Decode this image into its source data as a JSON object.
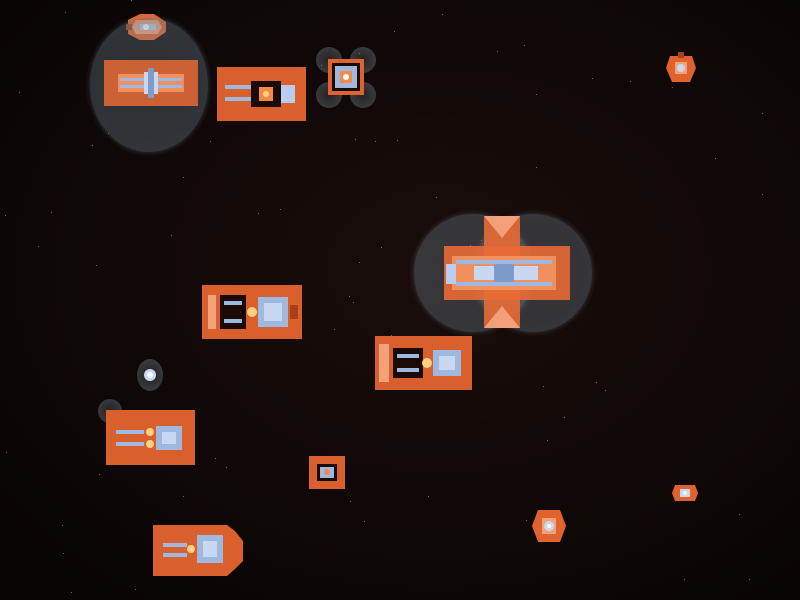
{
  "scene": {
    "background": "#0a0605",
    "hull_color": "#e0622e",
    "hull_dark": "#a8401a",
    "panel_color": "#9fb8e0",
    "engine_glow": "#ffd080",
    "shield_color": "#8fa6b4"
  },
  "ships": [
    {
      "name": "frigate-top-left",
      "kind": "frigate",
      "shielded": false
    },
    {
      "name": "cruiser-shielded-top-left",
      "kind": "cruiser",
      "shielded": true
    },
    {
      "name": "destroyer-top",
      "kind": "destroyer",
      "shielded": false
    },
    {
      "name": "station-quad-shield",
      "kind": "station",
      "shielded": true
    },
    {
      "name": "scout-top-right",
      "kind": "scout",
      "shielded": false
    },
    {
      "name": "battleship-shielded-center",
      "kind": "battleship",
      "shielded": true
    },
    {
      "name": "carrier-center-left",
      "kind": "carrier",
      "shielded": false
    },
    {
      "name": "carrier-center",
      "kind": "carrier",
      "shielded": false
    },
    {
      "name": "drone-shielded-left",
      "kind": "drone",
      "shielded": true
    },
    {
      "name": "gunship-left",
      "kind": "gunship",
      "shielded": false
    },
    {
      "name": "pod-small-center",
      "kind": "pod",
      "shielded": false
    },
    {
      "name": "fighter-bottom-center",
      "kind": "fighter",
      "shielded": false
    },
    {
      "name": "fighter-bottom-right",
      "kind": "fighter",
      "shielded": false
    },
    {
      "name": "transport-bottom-left",
      "kind": "transport",
      "shielded": false
    }
  ]
}
